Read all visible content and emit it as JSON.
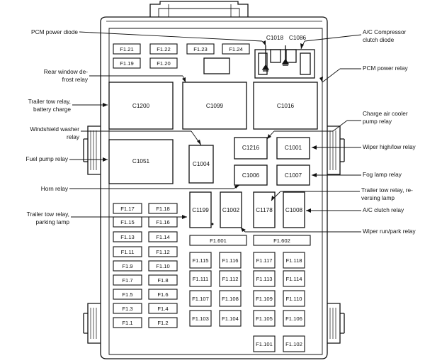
{
  "callouts": {
    "pcm_power_diode": "PCM power diode",
    "rear_window_defrost_relay": "Rear window de-\nfrost relay",
    "trailer_tow_relay_battery_charge": "Trailer tow relay,\nbattery charge",
    "windshield_washer_relay": "Windshield washer\nrelay",
    "fuel_pump_relay": "Fuel pump relay",
    "horn_relay": "Horn relay",
    "trailer_tow_relay_parking_lamp": "Trailer tow relay,\nparking lamp",
    "ac_compressor_clutch_diode": "A/C Compressor\nclutch diode",
    "pcm_power_relay": "PCM power relay",
    "charge_air_cooler_pump_relay": "Charge air cooler\npump relay",
    "wiper_high_low_relay": "Wiper high/low relay",
    "fog_lamp_relay": "Fog lamp relay",
    "trailer_tow_relay_reversing_lamp": "Trailer tow relay, re-\nversing lamp",
    "ac_clutch_relay": "A/C clutch relay",
    "wiper_run_park_relay": "Wiper run/park relay"
  },
  "connectors": {
    "c1018": "C1018",
    "c1086": "C1086",
    "c1200": "C1200",
    "c1099": "C1099",
    "c1016": "C1016",
    "c1216": "C1216",
    "c1001": "C1001",
    "c1051": "C1051",
    "c1004": "C1004",
    "c1006": "C1006",
    "c1007": "C1007",
    "c1199": "C1199",
    "c1002": "C1002",
    "c1178": "C1178",
    "c1008": "C1008"
  },
  "fuses": {
    "f1_21": "F1.21",
    "f1_22": "F1.22",
    "f1_23": "F1.23",
    "f1_24": "F1.24",
    "f1_19": "F1.19",
    "f1_20": "F1.20",
    "f1_17": "F1.17",
    "f1_18": "F1.18",
    "f1_15": "F1.15",
    "f1_16": "F1.16",
    "f1_13": "F1.13",
    "f1_14": "F1.14",
    "f1_11": "F1.11",
    "f1_12": "F1.12",
    "f1_9": "F1.9",
    "f1_10": "F1.10",
    "f1_7": "F1.7",
    "f1_8": "F1.8",
    "f1_5": "F1.5",
    "f1_6": "F1.6",
    "f1_3": "F1.3",
    "f1_4": "F1.4",
    "f1_1": "F1.1",
    "f1_2": "F1.2",
    "f1_601": "F1.601",
    "f1_602": "F1.602",
    "f1_115": "F1.115",
    "f1_116": "F1.116",
    "f1_117": "F1.117",
    "f1_118": "F1.118",
    "f1_111": "F1.111",
    "f1_112": "F1.112",
    "f1_113": "F1.113",
    "f1_114": "F1.114",
    "f1_107": "F1.107",
    "f1_108": "F1.108",
    "f1_109": "F1.109",
    "f1_110": "F1.110",
    "f1_103": "F1.103",
    "f1_104": "F1.104",
    "f1_105": "F1.105",
    "f1_106": "F1.106",
    "f1_101": "F1.101",
    "f1_102": "F1.102"
  }
}
